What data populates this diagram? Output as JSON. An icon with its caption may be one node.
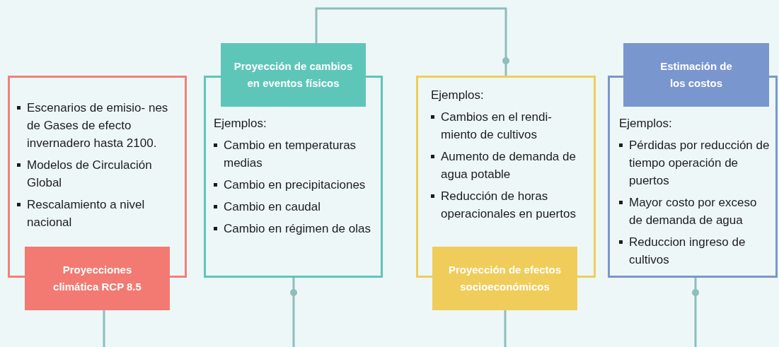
{
  "diagram": {
    "nodes": [
      {
        "text": [
          "Escenarios de emisio- nes de Gases de efecto invernadero hasta 2100.",
          "Modelos de Circulación Global",
          "Rescalamiento a nivel nacional",
          "Proyecciones climática RCP 8.5"
        ]
      },
      {
        "text": [
          "Proyección de cambios en eventos físicos",
          "Ejemplos:",
          "Cambio en temperaturas medias",
          "Cambio en precipitaciones",
          "Cambio en caudal",
          "Cambio en régimen de olas"
        ]
      },
      {
        "text": [
          "Ejemplos:",
          "Cambios en el rendi- miento de cultivos",
          "Aumento de demanda de agua potable",
          "Reducción de horas operacionales en puertos",
          "Proyección de efectos socioeconómicos"
        ]
      },
      {
        "text": [
          "Estimación de los costos",
          "Ejemplos:",
          "Pérdidas por reducción de tiempo operación de puertos",
          "Mayor costo por exceso de demanda de agua",
          "Reduccion ingreso de cultivos"
        ]
      }
    ],
    "edges": [
      {
        "from": 1,
        "to": 2,
        "arrow": "other"
      },
      {
        "from": 0,
        "to": null,
        "arrow": "none"
      },
      {
        "from": null,
        "to": 1,
        "arrow": "other"
      },
      {
        "from": 2,
        "to": null,
        "arrow": "none"
      },
      {
        "from": null,
        "to": 3,
        "arrow": "other"
      }
    ]
  }
}
